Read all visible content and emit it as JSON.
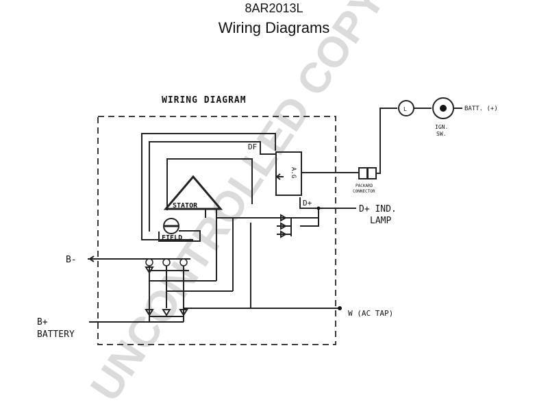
{
  "header": {
    "part_number": "8AR2013L",
    "title": "Wiring Diagrams"
  },
  "diagram": {
    "heading": "WIRING DIAGRAM",
    "labels": {
      "df": "DF",
      "ag": "A.G",
      "stator": "STATOR",
      "field": "FIELD",
      "d_plus_inner": "D+",
      "d_plus_ind_lamp_1": "D+ IND.",
      "d_plus_ind_lamp_2": "LAMP",
      "b_minus": "B-",
      "b_plus": "B+",
      "battery": "BATTERY",
      "w_ac_tap": "W (AC TAP)",
      "batt_plus": "BATT. (+)",
      "ign_sw_1": "IGN.",
      "ign_sw_2": "SW.",
      "packard_1": "PACKARD",
      "packard_2": "CONNECTOR",
      "lamp_symbol": "L"
    },
    "watermark": "UNCONTROLLED COPY"
  }
}
